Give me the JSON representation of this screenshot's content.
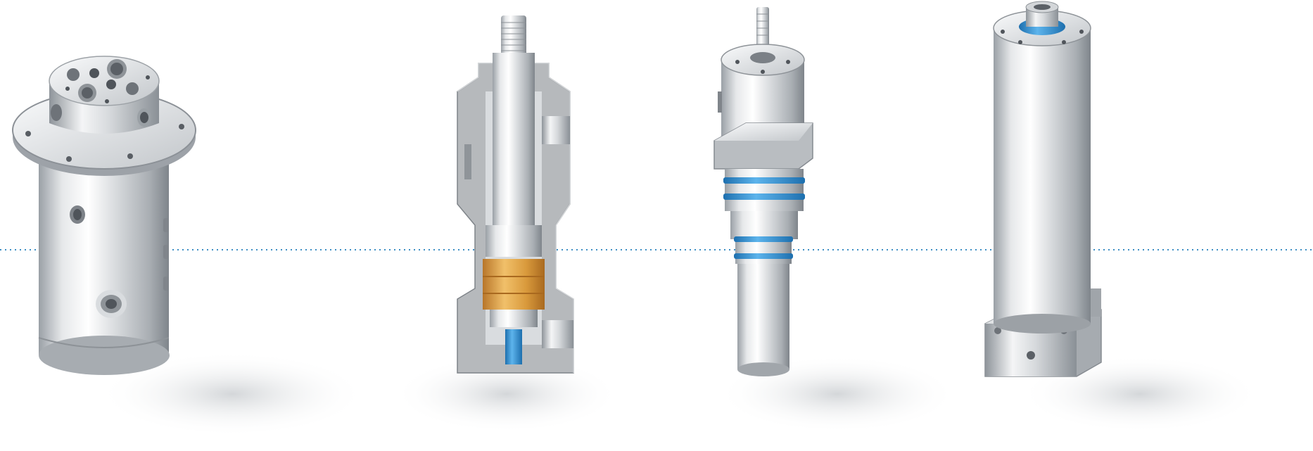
{
  "scene": {
    "description_hidden": "",
    "components": [
      {
        "id": "flanged-rotary-union",
        "kind": "flanged cylinder with ported top"
      },
      {
        "id": "cutaway-rotary-union",
        "kind": "sectioned housing with shaft and bearing"
      },
      {
        "id": "shaft-rotary-union",
        "kind": "cylinder with square flange and blue seals"
      },
      {
        "id": "base-rotary-union",
        "kind": "tall cylinder on square base"
      }
    ],
    "colors": {
      "steel_light": "#f2f3f4",
      "steel_mid": "#c9ccd0",
      "steel_dark": "#8b9096",
      "section_fill": "#b4b7ba",
      "seal_blue": "#2f8fd0",
      "bearing_gold": "#d99a3c",
      "guide_line": "#3d8fc4",
      "shadow": "#d8dadc"
    }
  }
}
